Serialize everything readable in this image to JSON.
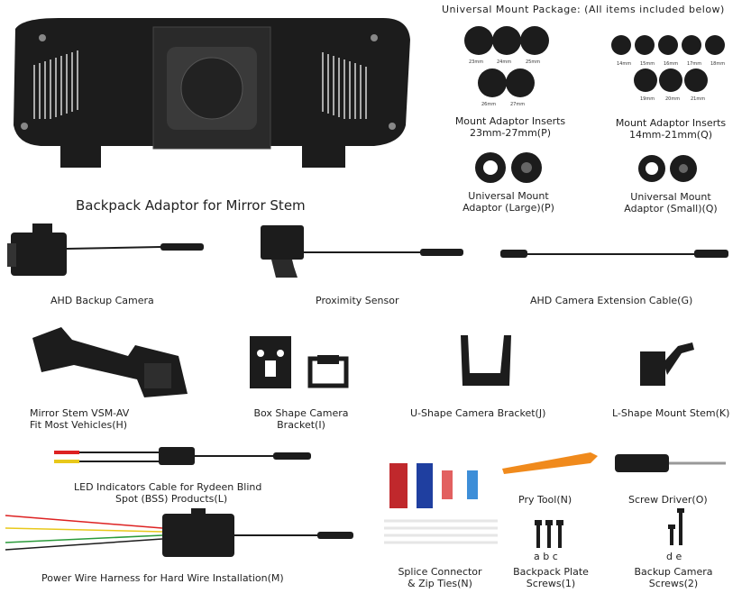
{
  "package_header": "Universal Mount Package: (All items included below)",
  "backpack_title": "Backpack Adaptor for Mirror Stem",
  "inserts_p": {
    "line1": "Mount Adaptor Inserts",
    "line2": "23mm-27mm(P)",
    "sizes": [
      "23mm",
      "24mm",
      "25mm",
      "26mm",
      "27mm"
    ]
  },
  "inserts_q": {
    "line1": "Mount Adaptor Inserts",
    "line2": "14mm-21mm(Q)",
    "sizes": [
      "14mm",
      "15mm",
      "16mm",
      "17mm",
      "18mm",
      "19mm",
      "20mm",
      "21mm"
    ]
  },
  "adaptor_large": {
    "line1": "Universal Mount",
    "line2": "Adaptor (Large)(P)"
  },
  "adaptor_small": {
    "line1": "Universal Mount",
    "line2": "Adaptor (Small)(Q)"
  },
  "items": {
    "ahd_camera": "AHD Backup Camera",
    "proximity": "Proximity Sensor",
    "extension": "AHD Camera Extension Cable(G)",
    "mirror_stem_1": "Mirror Stem VSM-AV",
    "mirror_stem_2": "Fit Most Vehicles(H)",
    "box_bracket_1": "Box Shape Camera",
    "box_bracket_2": "Bracket(I)",
    "u_bracket": "U-Shape Camera  Bracket(J)",
    "l_stem": "L-Shape Mount Stem(K)",
    "led_1": "LED Indicators Cable for Rydeen Blind",
    "led_2": "Spot (BSS) Products(L)",
    "pry_tool": "Pry Tool(N)",
    "screwdriver": "Screw Driver(O)",
    "power_harness": "Power Wire Harness for Hard Wire Installation(M)",
    "splice_1": "Splice Connector",
    "splice_2": "& Zip Ties(N)",
    "backpack_screws_1": "Backpack Plate",
    "backpack_screws_2": "Screws(1)",
    "backpack_screws_letters": "a  b  c",
    "backup_screws_1": "Backup Camera",
    "backup_screws_2": "Screws(2)",
    "backup_screws_letters": "d e"
  },
  "colors": {
    "product": "#1c1c1c",
    "wire_red": "#d22",
    "wire_yellow": "#e8c81a",
    "wire_green": "#2a9a3a",
    "tool_orange": "#f08a1c",
    "connector_red": "#c0282c",
    "connector_blue": "#1f3fa0"
  }
}
